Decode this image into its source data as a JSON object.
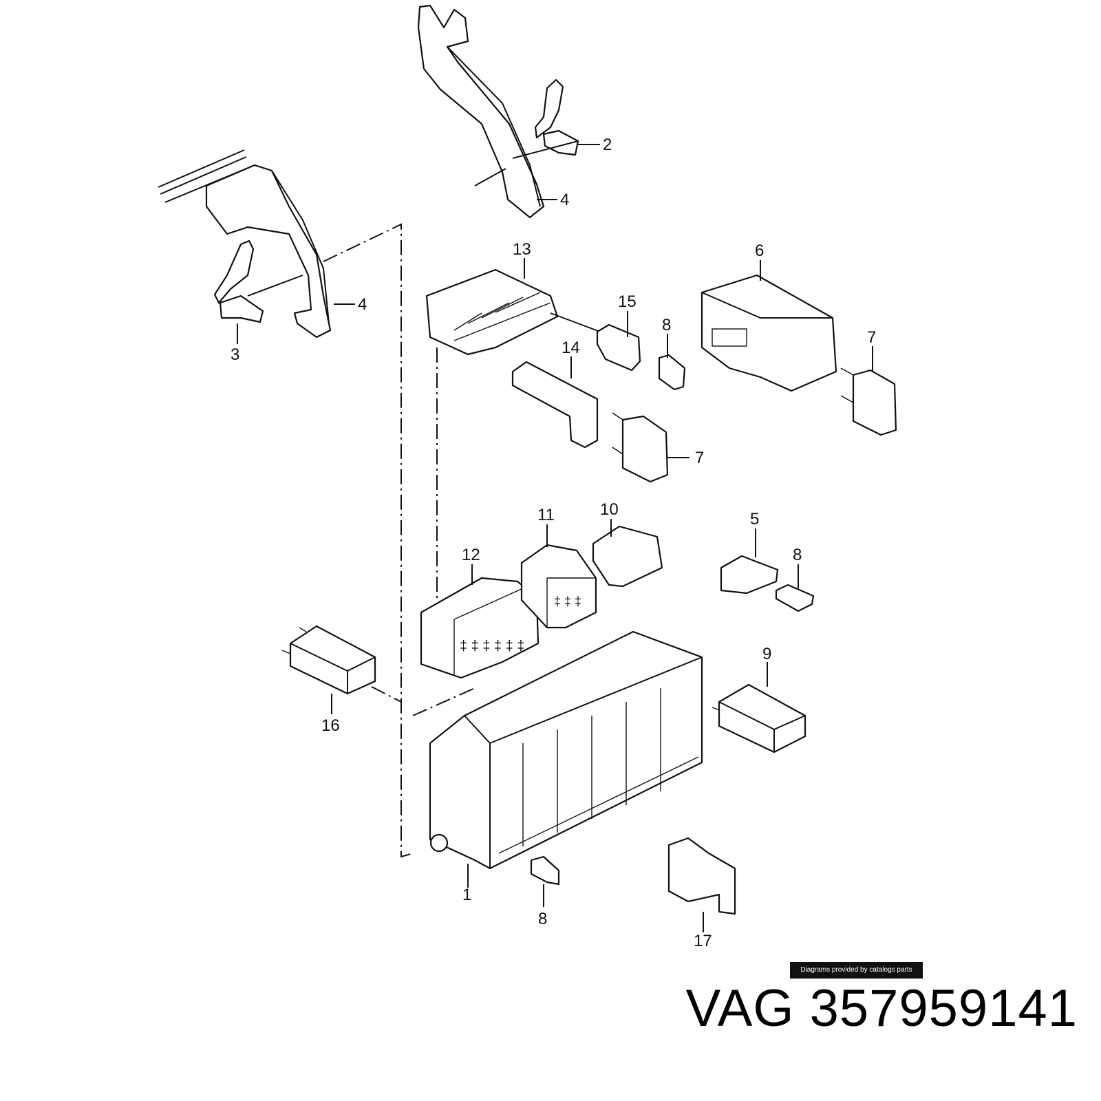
{
  "callouts": [
    "1",
    "2",
    "3",
    "4",
    "4",
    "5",
    "6",
    "7",
    "7",
    "8",
    "8",
    "8",
    "9",
    "10",
    "11",
    "12",
    "13",
    "14",
    "15",
    "16",
    "17"
  ],
  "credit": "Diagrams provided by catalogs parts",
  "part_number": "VAG 357959141",
  "colors": {
    "ink": "#111111",
    "background": "#ffffff",
    "credit_bg": "#111111"
  }
}
